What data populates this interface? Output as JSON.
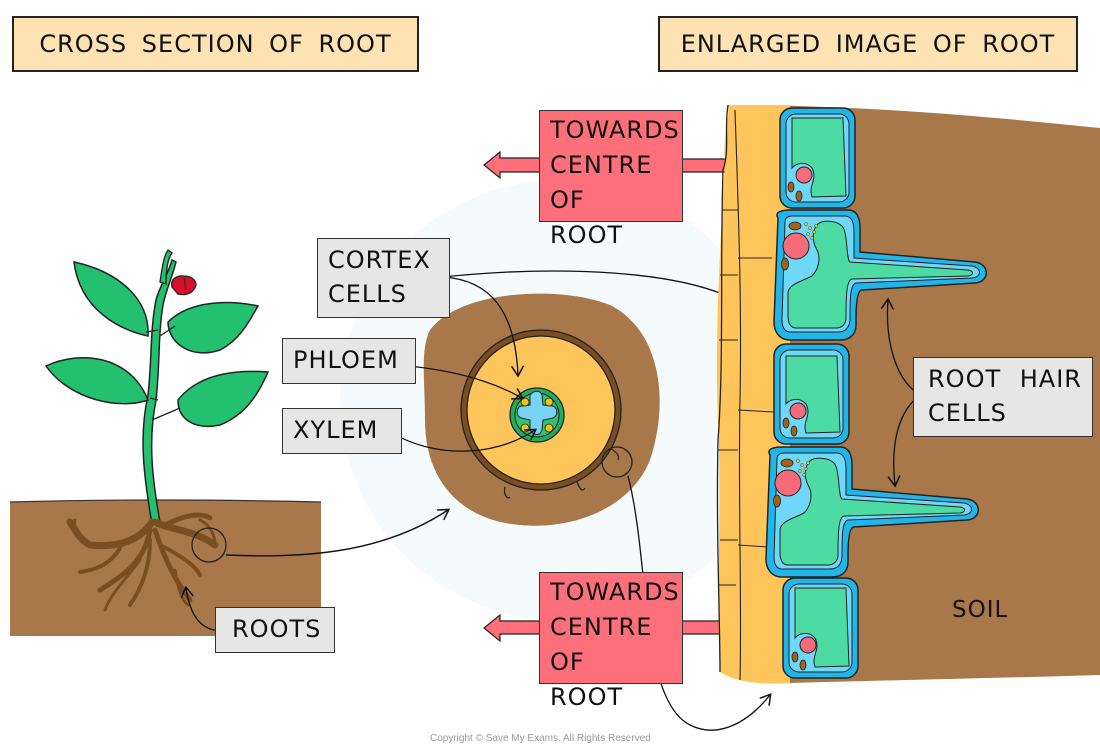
{
  "titles": {
    "left": "CROSS SECTION OF ROOT",
    "right": "ENLARGED IMAGE OF ROOT"
  },
  "labels": {
    "cortex": [
      "CORTEX",
      "CELLS"
    ],
    "phloem": "PHLOEM",
    "xylem": "XYLEM",
    "roots": "ROOTS",
    "root_hair": [
      "ROOT HAIR",
      "CELLS"
    ],
    "soil": "SOIL"
  },
  "direction_boxes": [
    {
      "lines": [
        "TOWARDS",
        "CENTRE",
        "OF ROOT"
      ]
    },
    {
      "lines": [
        "TOWARDS",
        "CENTRE",
        "OF ROOT"
      ]
    }
  ],
  "footer": {
    "copyright": "Copyright © Save My Exams. All Rights Reserved"
  },
  "colors": {
    "title_bg": "#fde3b3",
    "tag_bg": "#e6e6e6",
    "arrow_red": "#fe6f7c",
    "soil_brown": "#a8784a",
    "cortex_yellow": "#fec55a",
    "cell_wall_blue": "#22b5e8",
    "cytoplasm_light_blue": "#6fd7f7",
    "vacuole_green": "#4cdba3",
    "nucleus_pink": "#f56b7a",
    "leaf_green": "#22c06f",
    "flower_red": "#d80f2a",
    "root_dark_brown": "#7a4e22",
    "vascular_green": "#1fae5e",
    "xylem_blue": "#78d3f6",
    "phloem_yellow": "#f8c310"
  }
}
